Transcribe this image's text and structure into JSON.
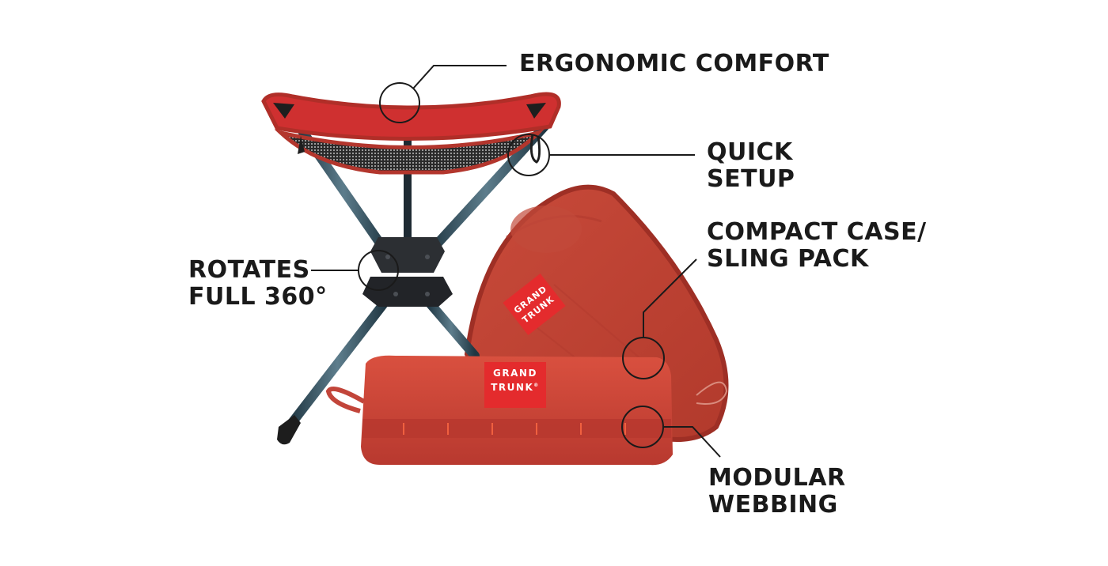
{
  "product": {
    "name": "Grand Trunk tripod stool with compact case",
    "brand_patch": {
      "line1": "GRAND",
      "line2": "TRUNK",
      "mark": "®"
    },
    "colors": {
      "fabric_red": "#c8352f",
      "fabric_dark_red": "#a8322a",
      "case_red": "#cf4538",
      "patch_red": "#e0262b",
      "leg_steel": "#2f4c5c",
      "hub_black": "#26282b",
      "text": "#1a1a1a"
    }
  },
  "callouts": [
    {
      "id": "ergonomic",
      "lines": [
        "ERGONOMIC COMFORT"
      ]
    },
    {
      "id": "quick-setup",
      "lines": [
        "QUICK",
        "SETUP"
      ]
    },
    {
      "id": "compact-case",
      "lines": [
        "COMPACT CASE/",
        "SLING PACK"
      ]
    },
    {
      "id": "rotates",
      "lines": [
        "ROTATES",
        "FULL 360°"
      ]
    },
    {
      "id": "modular",
      "lines": [
        "MODULAR",
        "WEBBING"
      ]
    }
  ]
}
